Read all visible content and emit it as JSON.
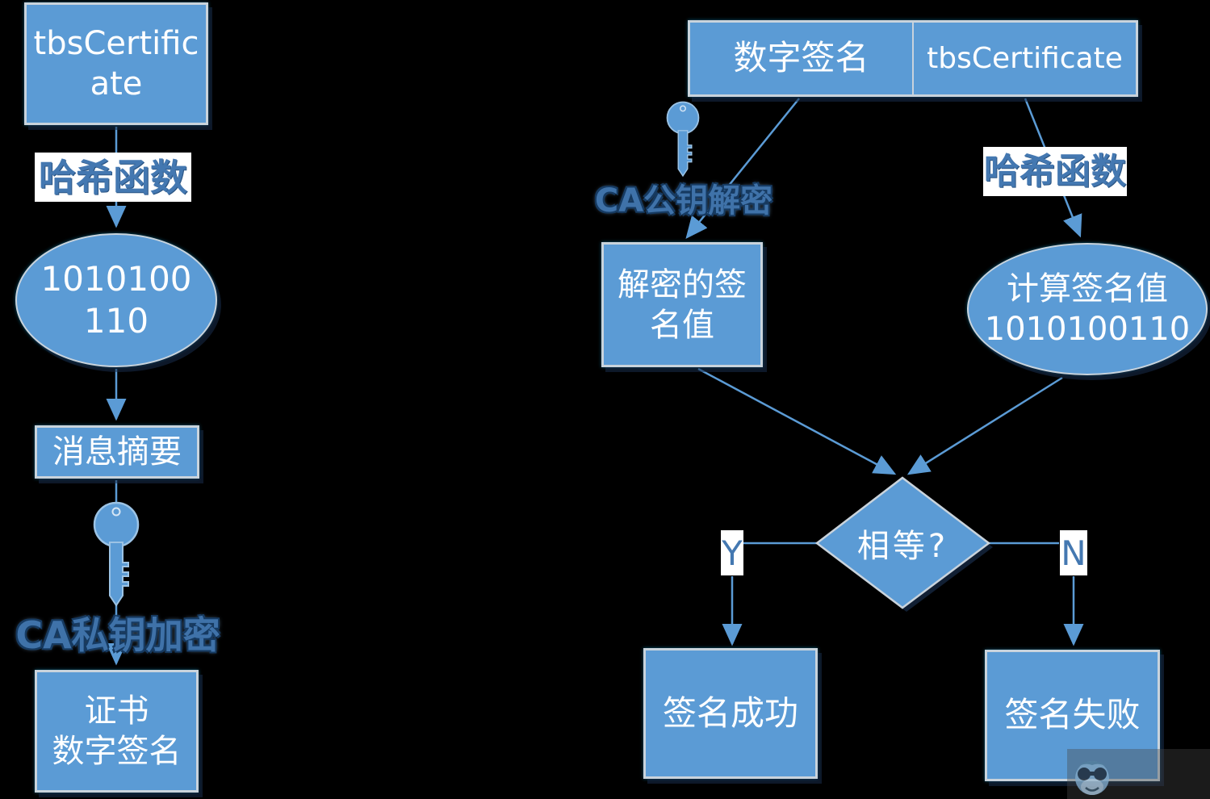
{
  "colors": {
    "background": "#000000",
    "node_fill": "#5b9bd5",
    "node_border": "#c9d3dc",
    "node_text": "#ffffff",
    "arrow": "#5b9bd5",
    "label_text_blue": "#4478b1",
    "label_bg_white": "#ffffff"
  },
  "left_flow": {
    "tbs_box": "tbsCertificate",
    "hash_label": "哈希函数",
    "digest_ellipse": "1010100110",
    "digest_box": "消息摘要",
    "key_icon": "key-icon",
    "encrypt_label": "CA私钥加密",
    "signature_box_lines": {
      "0": "证书",
      "1": "数字签名"
    }
  },
  "right_flow": {
    "header": {
      "left_cell": "数字签名",
      "right_cell": "tbsCertificate"
    },
    "key_icon": "key-icon",
    "decrypt_label": "CA公钥解密",
    "decrypted_box_": "解密的签名值",
    "decrypted_box": "解密的签名值",
    "hash_label": "哈希函数",
    "computed_ellipse_lines": {
      "0": "计算签名值",
      "1": "1010100110"
    },
    "decision_diamond": "相等?",
    "yes_label": "Y",
    "no_label": "N",
    "success_box": "签名成功",
    "fail_box": "签名失败"
  },
  "watermark": {
    "logo_icon": "monkey-logo-icon"
  }
}
